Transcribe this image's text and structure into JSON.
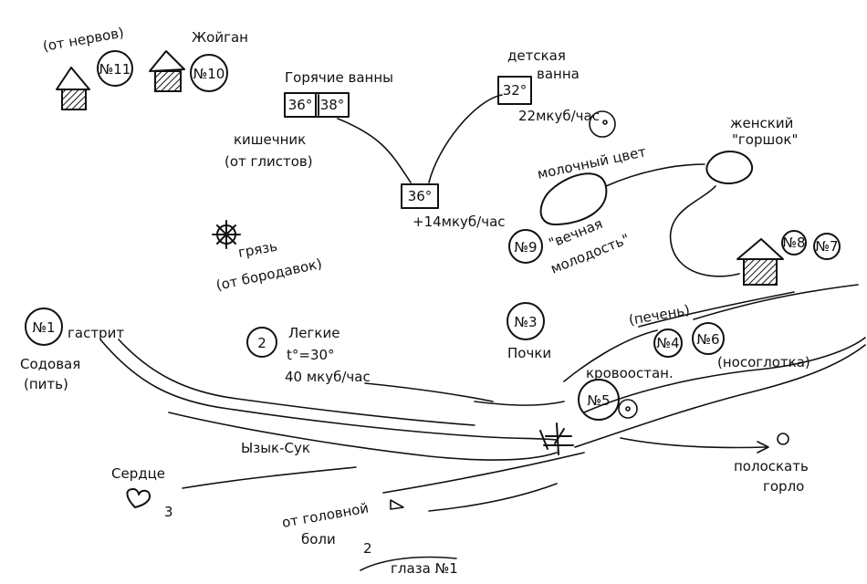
{
  "map": {
    "labels": {
      "ot_nervov": "(от нервов)",
      "zhoygan": "Жойган",
      "hot_baths": "Горячие ванны",
      "child_bath_1": "детская",
      "child_bath_2": "ванна",
      "flow_22": "22мкуб/час",
      "female_pot_1": "женский",
      "female_pot_2": "\"горшок\"",
      "milk_color": "молочный цвет",
      "eternal_youth_1": "\"вечная",
      "eternal_youth_2": "молодость\"",
      "flow_14": "+14мкуб/час",
      "kishechnik_1": "кишечник",
      "kishechnik_2": "(от глистов)",
      "mud_1": "грязь",
      "mud_2": "(от бородавок)",
      "gastrit": "гастрит",
      "soda_1": "Содовая",
      "soda_2": "(пить)",
      "lungs": "Легкие",
      "lungs_temp": "t°=30°",
      "lungs_flow": "40 мкуб/час",
      "kidneys": "Почки",
      "liver": "(печень)",
      "nasopharynx": "(носоглотка)",
      "blood": "кровоостан.",
      "rinse_1": "полоскать",
      "rinse_2": "горло",
      "river": "Ызык-Сук",
      "heart": "Сердце",
      "heart_num": "3",
      "headache_1": "от головной",
      "headache_2": "боли",
      "eyes_num": "2",
      "eyes": "глаза №1"
    },
    "circled": {
      "n11": "№11",
      "n10": "№10",
      "n9": "№9",
      "n8": "№8",
      "n7": "№7",
      "n1": "№1",
      "n2": "2",
      "n3": "№3",
      "n4": "№4",
      "n5": "№5",
      "n6": "№6"
    },
    "boxes": {
      "hot_1": "36°",
      "hot_2": "38°",
      "child": "32°",
      "center": "36°"
    }
  }
}
